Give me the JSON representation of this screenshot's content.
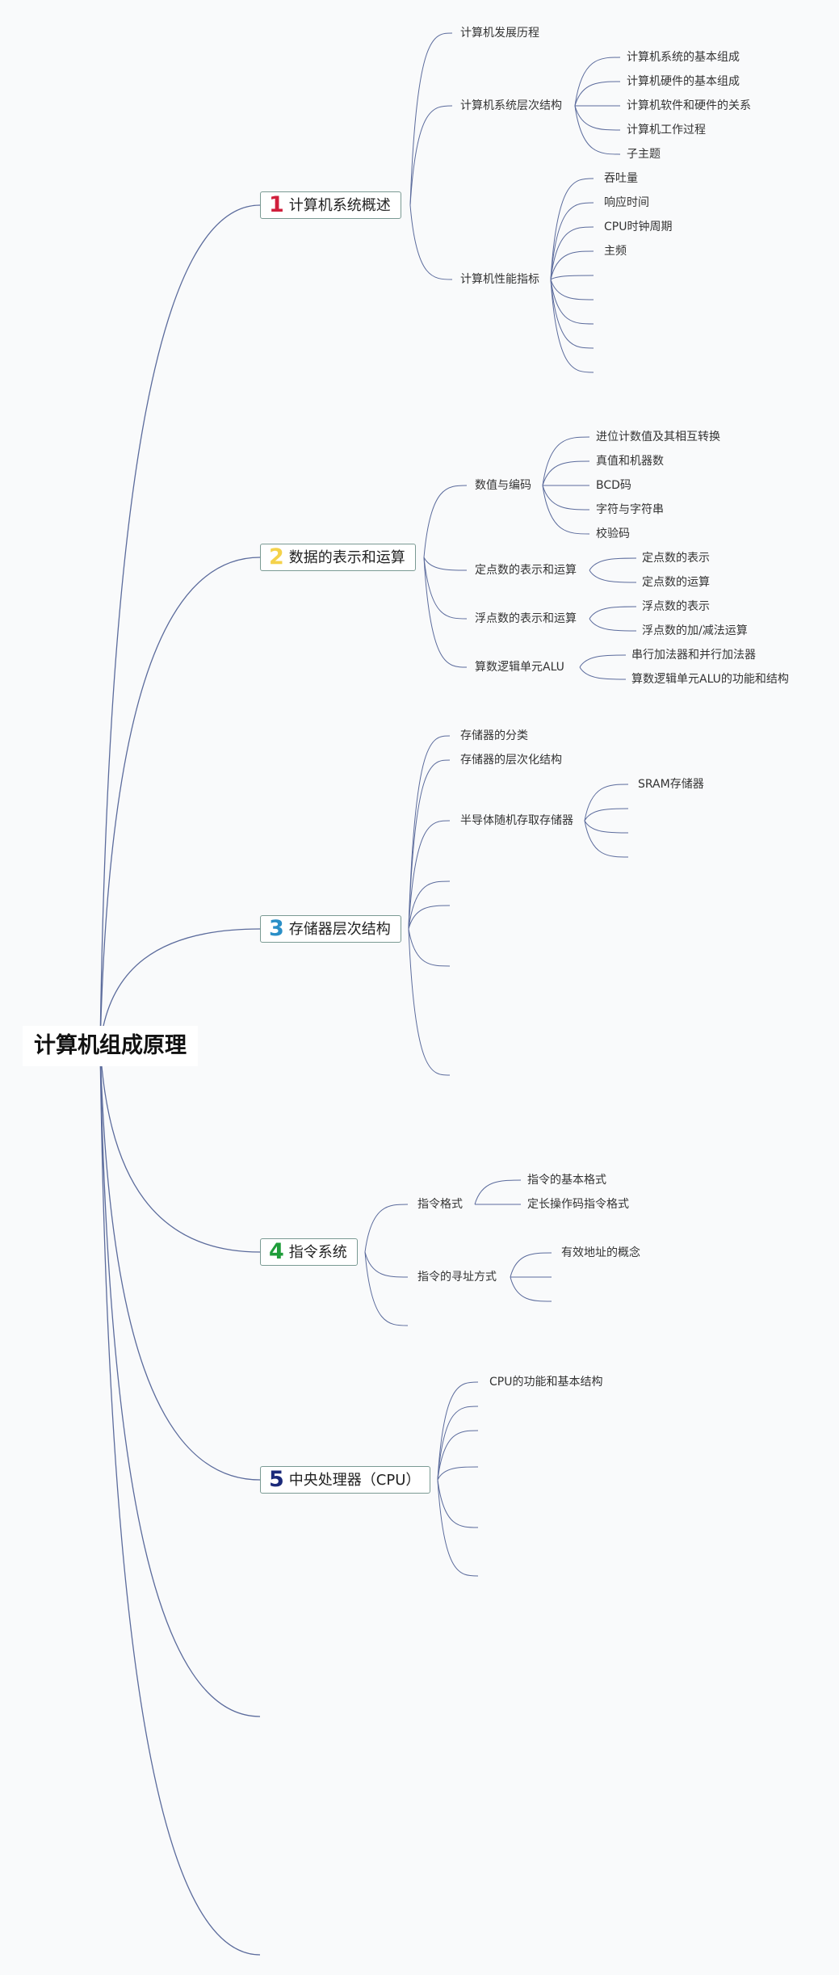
{
  "root": "计算机组成原理",
  "topics": [
    {
      "num": "1",
      "label": "计算机系统概述",
      "color": "#d01f3c"
    },
    {
      "num": "2",
      "label": "数据的表示和运算",
      "color": "#f4d24b"
    },
    {
      "num": "3",
      "label": "存储器层次结构",
      "color": "#2a8fc7"
    },
    {
      "num": "4",
      "label": "指令系统",
      "color": "#1f9d3a"
    },
    {
      "num": "5",
      "label": "中央处理器（CPU）",
      "color": "#1b2a7a"
    }
  ],
  "t1": {
    "history": "计算机发展历程",
    "layers": "计算机系统层次结构",
    "layers_children": [
      "计算机系统的基本组成",
      "计算机硬件的基本组成",
      "计算机软件和硬件的关系",
      "计算机工作过程",
      "子主题"
    ],
    "perf": "计算机性能指标",
    "perf_children": [
      "吞吐量",
      "响应时间",
      "CPU时钟周期",
      "主频"
    ]
  },
  "t2": {
    "encode": "数值与编码",
    "encode_children": [
      "进位计数值及其相互转换",
      "真值和机器数",
      "BCD码",
      "字符与字符串",
      "校验码"
    ],
    "fixed": "定点数的表示和运算",
    "fixed_children": [
      "定点数的表示",
      "定点数的运算"
    ],
    "float": "浮点数的表示和运算",
    "float_children": [
      "浮点数的表示",
      "浮点数的加/减法运算"
    ],
    "alu": "算数逻辑单元ALU",
    "alu_children": [
      "串行加法器和并行加法器",
      "算数逻辑单元ALU的功能和结构"
    ]
  },
  "t3": {
    "classify": "存储器的分类",
    "hierarchy": "存储器的层次化结构",
    "ram": "半导体随机存取存储器",
    "ram_children": [
      "SRAM存储器"
    ]
  },
  "t4": {
    "format": "指令格式",
    "format_children": [
      "指令的基本格式",
      "定长操作码指令格式"
    ],
    "addr": "指令的寻址方式",
    "addr_children": [
      "有效地址的概念"
    ]
  },
  "t5": {
    "cpu": "CPU的功能和基本结构"
  }
}
